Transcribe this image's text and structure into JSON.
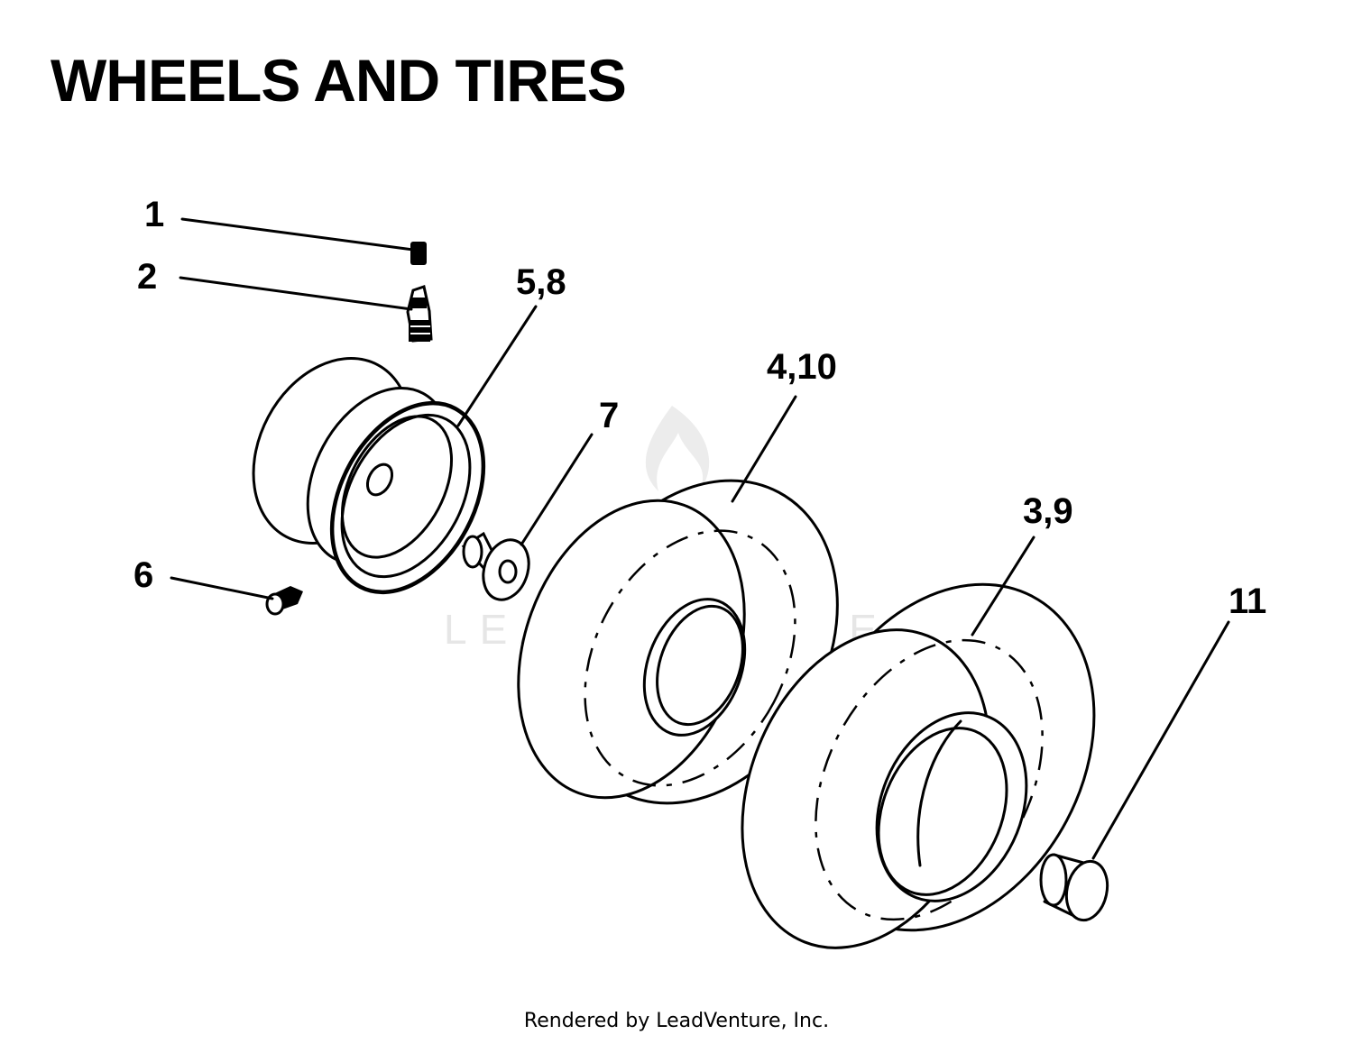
{
  "title": "WHEELS AND TIRES",
  "callouts": [
    {
      "id": "1",
      "label": "1"
    },
    {
      "id": "2",
      "label": "2"
    },
    {
      "id": "58",
      "label": "5,8"
    },
    {
      "id": "7",
      "label": "7"
    },
    {
      "id": "410",
      "label": "4,10"
    },
    {
      "id": "6",
      "label": "6"
    },
    {
      "id": "39",
      "label": "3,9"
    },
    {
      "id": "11",
      "label": "11"
    }
  ],
  "watermark": "LEADVENTURE",
  "footer": "Rendered by LeadVenture, Inc."
}
